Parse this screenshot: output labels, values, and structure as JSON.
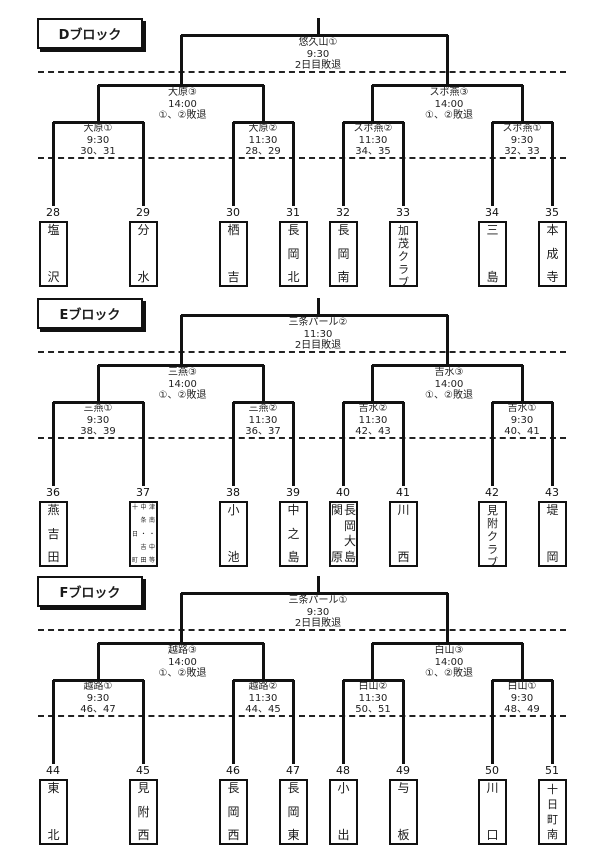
{
  "blocks": [
    {
      "title": "Dブロック",
      "final": {
        "label": "悠久山①",
        "time": "9:30",
        "note": "2日目敗退"
      },
      "semis": [
        {
          "label": "大原③",
          "time": "14:00",
          "note": "①、②敗退"
        },
        {
          "label": "スポ燕③",
          "time": "14:00",
          "note": "①、②敗退"
        }
      ],
      "firsts": [
        {
          "label": "大原①",
          "time": "9:30",
          "note": "30、31"
        },
        {
          "label": "大原②",
          "time": "11:30",
          "note": "28、29"
        },
        {
          "label": "スポ燕②",
          "time": "11:30",
          "note": "34、35"
        },
        {
          "label": "スポ燕①",
          "time": "9:30",
          "note": "32、33"
        }
      ],
      "teams": [
        {
          "num": "28",
          "name": [
            "塩",
            "沢"
          ]
        },
        {
          "num": "29",
          "name": [
            "分",
            "水"
          ]
        },
        {
          "num": "30",
          "name": [
            "栖",
            "吉"
          ]
        },
        {
          "num": "31",
          "name": [
            "長",
            "岡",
            "北"
          ]
        },
        {
          "num": "32",
          "name": [
            "長",
            "岡",
            "南"
          ]
        },
        {
          "num": "33",
          "name": [
            "加",
            "茂",
            "ク",
            "ラ",
            "ブ"
          ]
        },
        {
          "num": "34",
          "name": [
            "三",
            "島"
          ]
        },
        {
          "num": "35",
          "name": [
            "本",
            "成",
            "寺"
          ]
        }
      ]
    },
    {
      "title": "Eブロック",
      "final": {
        "label": "三条パール②",
        "time": "11:30",
        "note": "2日目敗退"
      },
      "semis": [
        {
          "label": "三燕③",
          "time": "14:00",
          "note": "①、②敗退"
        },
        {
          "label": "吉水③",
          "time": "14:00",
          "note": "①、②敗退"
        }
      ],
      "firsts": [
        {
          "label": "三燕①",
          "time": "9:30",
          "note": "38、39"
        },
        {
          "label": "三燕②",
          "time": "11:30",
          "note": "36、37"
        },
        {
          "label": "吉水②",
          "time": "11:30",
          "note": "42、43"
        },
        {
          "label": "吉水①",
          "time": "9:30",
          "note": "40、41"
        }
      ],
      "teams": [
        {
          "num": "36",
          "name": [
            "燕",
            "吉",
            "田"
          ]
        },
        {
          "num": "37",
          "name_cols": [
            [
              "十",
              "",
              "日",
              "",
              "町"
            ],
            [
              "中",
              "条",
              "・",
              "吉",
              "田"
            ],
            [
              "津",
              "南",
              "・",
              "中",
              "等"
            ]
          ]
        },
        {
          "num": "38",
          "name": [
            "小",
            "池"
          ]
        },
        {
          "num": "39",
          "name": [
            "中",
            "之",
            "島"
          ]
        },
        {
          "num": "40",
          "name_cols": [
            [
              "関",
              "原"
            ],
            [
              "長",
              "岡",
              "大",
              "島"
            ]
          ]
        },
        {
          "num": "41",
          "name": [
            "川",
            "西"
          ]
        },
        {
          "num": "42",
          "name": [
            "見",
            "附",
            "ク",
            "ラ",
            "ブ"
          ]
        },
        {
          "num": "43",
          "name": [
            "堤",
            "岡"
          ]
        }
      ]
    },
    {
      "title": "Fブロック",
      "final": {
        "label": "三条パール①",
        "time": "9:30",
        "note": "2日目敗退"
      },
      "semis": [
        {
          "label": "越路③",
          "time": "14:00",
          "note": "①、②敗退"
        },
        {
          "label": "白山③",
          "time": "14:00",
          "note": "①、②敗退"
        }
      ],
      "firsts": [
        {
          "label": "越路①",
          "time": "9:30",
          "note": "46、47"
        },
        {
          "label": "越路②",
          "time": "11:30",
          "note": "44、45"
        },
        {
          "label": "白山②",
          "time": "11:30",
          "note": "50、51"
        },
        {
          "label": "白山①",
          "time": "9:30",
          "note": "48、49"
        }
      ],
      "teams": [
        {
          "num": "44",
          "name": [
            "東",
            "北"
          ]
        },
        {
          "num": "45",
          "name": [
            "見",
            "附",
            "西"
          ]
        },
        {
          "num": "46",
          "name": [
            "長",
            "岡",
            "西"
          ]
        },
        {
          "num": "47",
          "name": [
            "長",
            "岡",
            "東"
          ]
        },
        {
          "num": "48",
          "name": [
            "小",
            "出"
          ]
        },
        {
          "num": "49",
          "name": [
            "与",
            "板"
          ]
        },
        {
          "num": "50",
          "name": [
            "川",
            "口"
          ]
        },
        {
          "num": "51",
          "name": [
            "十",
            "日",
            "町",
            "南"
          ]
        }
      ]
    }
  ]
}
